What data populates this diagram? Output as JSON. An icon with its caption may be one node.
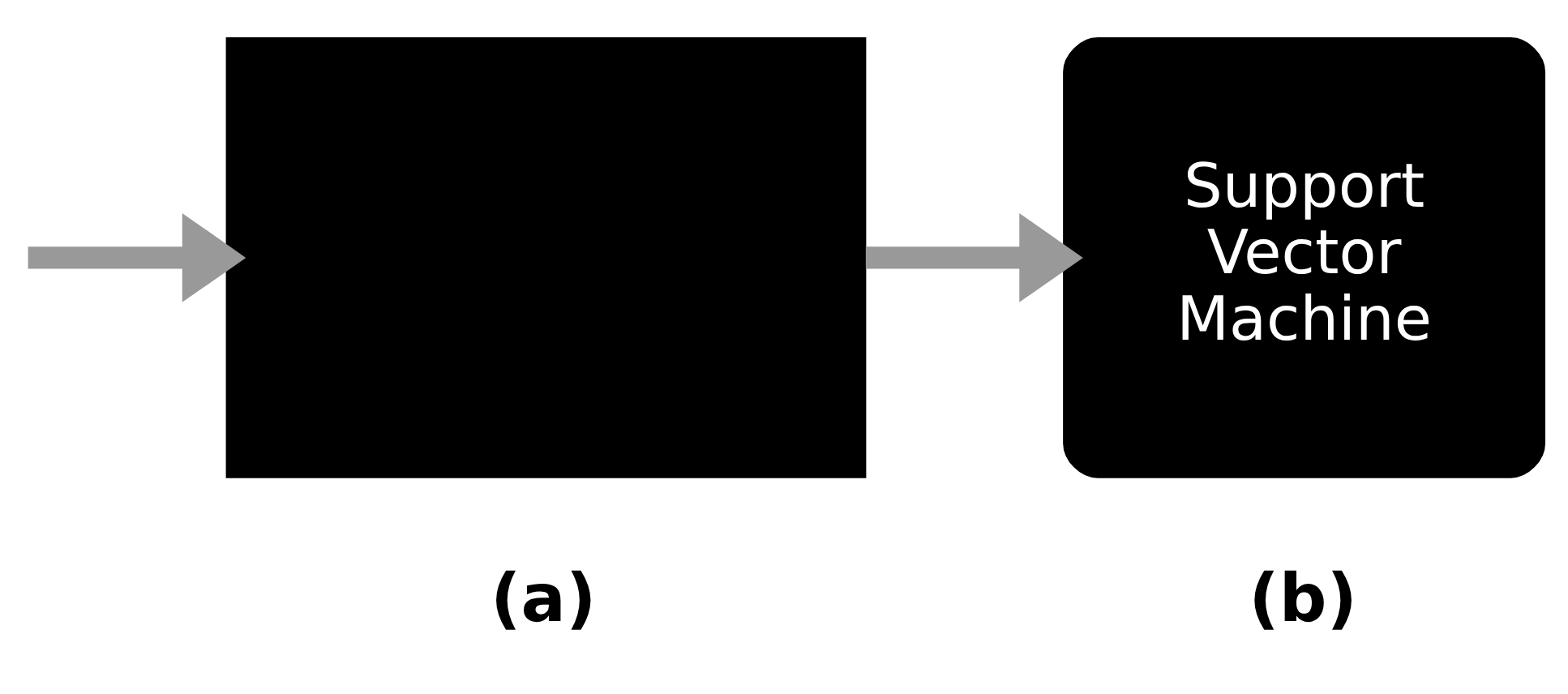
{
  "diagram": {
    "nodes": [
      {
        "text": [],
        "shape": "box",
        "beside": [
          "(a)"
        ]
      },
      {
        "text": [
          "Support Vector Machine"
        ],
        "beside": [
          "(b)"
        ]
      }
    ],
    "edges": [
      {
        "from": null,
        "to": 0,
        "arrow": "to"
      },
      {
        "from": 0,
        "to": 1,
        "arrow": "to"
      }
    ]
  }
}
